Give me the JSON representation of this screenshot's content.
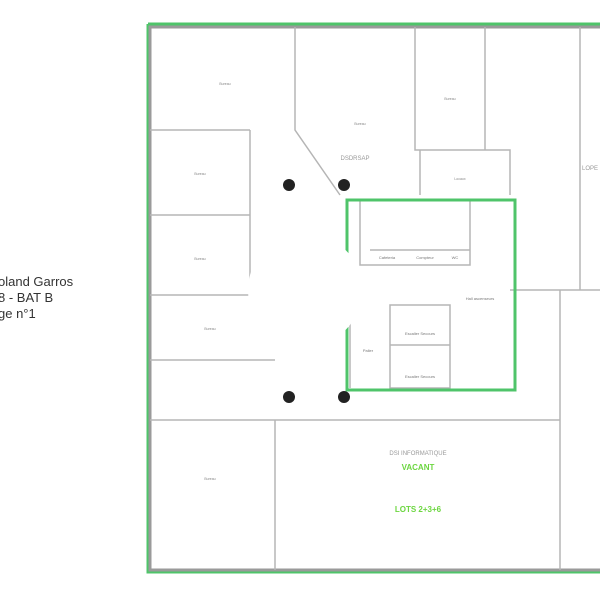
{
  "title": {
    "line1": "oland Garros",
    "line2": "8 - BAT B",
    "line3": "ge n°1"
  },
  "rooms": {
    "dsdrsap": "DSDRSAP",
    "dsi": "DSI INFORMATIQUE",
    "vacant": "VACANT",
    "lots": "LOTS 2+3+6",
    "lope": "LOPE",
    "bureau": "Bureau",
    "cafeteria": "Cafeteria",
    "compteur": "Compteur",
    "wc": "WC",
    "esc1": "Escalier Secours",
    "esc2": "Escalier Secours",
    "palier": "Palier",
    "hall": "Hall ascenseurs",
    "locaux": "Locaux"
  },
  "colors": {
    "lot_outline": "#4fc46a",
    "vacant_text": "#6cd640"
  }
}
